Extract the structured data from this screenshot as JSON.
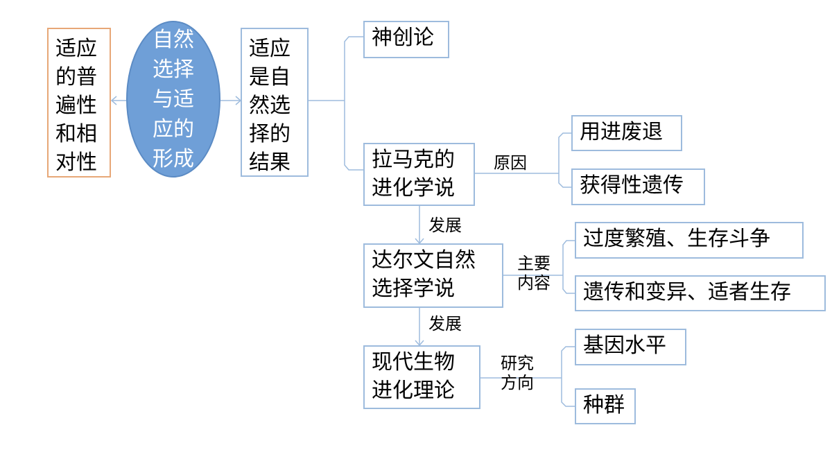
{
  "left_box": "适应\n的普\n遍性\n和相\n对性",
  "center_oval": "自然\n选择\n与适\n应的\n形成",
  "result_box": "适应\n是自\n然选\n择的\n结果",
  "creationism": "神创论",
  "lamarck": {
    "title": "拉马克的\n进化学说",
    "relation": "原因",
    "items": [
      "用进废退",
      "获得性遗传"
    ]
  },
  "develop_label_1": "发展",
  "darwin": {
    "title": "达尔文自然\n选择学说",
    "relation": "主要\n内容",
    "items": [
      "过度繁殖、生存斗争",
      "遗传和变异、适者生存"
    ]
  },
  "develop_label_2": "发展",
  "modern": {
    "title": "现代生物\n进化理论",
    "relation": "研究\n方向",
    "items": [
      "基因水平",
      "种群"
    ]
  }
}
